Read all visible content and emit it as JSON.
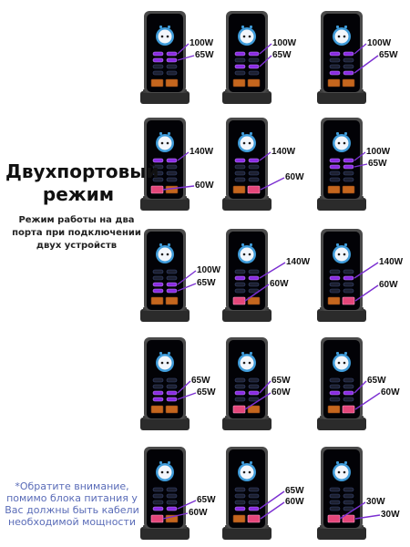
{
  "heading": "Двухпортовый режим",
  "subheading": "Режим работы на два порта при подключении двух устройств",
  "note": "*Обратите внимание, помимо блока питания у Вас должны быть кабели необходимой мощности",
  "accent_colors": {
    "pd_port": "#8a2be2",
    "usb_a_port": "#e4477a",
    "screen": "#020206",
    "body": "#4a4a4a",
    "base": "#2b2b2b"
  },
  "panels": [
    {
      "name": "row1-left",
      "labels": [
        {
          "text": "100W",
          "port": "c1"
        },
        {
          "text": "65W",
          "port": "c2"
        }
      ]
    },
    {
      "name": "row1-center",
      "labels": [
        {
          "text": "100W",
          "port": "c1"
        },
        {
          "text": "65W",
          "port": "c3"
        }
      ]
    },
    {
      "name": "row1-right",
      "labels": [
        {
          "text": "100W",
          "port": "c1"
        },
        {
          "text": "65W",
          "port": "c4"
        }
      ]
    },
    {
      "name": "row2-left",
      "labels": [
        {
          "text": "140W",
          "port": "c1"
        },
        {
          "text": "60W",
          "port": "a1"
        }
      ]
    },
    {
      "name": "row2-center",
      "labels": [
        {
          "text": "140W",
          "port": "c1"
        },
        {
          "text": "60W",
          "port": "a2"
        }
      ]
    },
    {
      "name": "row2-right",
      "labels": [
        {
          "text": "100W",
          "port": "c1"
        },
        {
          "text": "65W",
          "port": "c2"
        }
      ]
    },
    {
      "name": "row3-left",
      "labels": [
        {
          "text": "100W",
          "port": "c3"
        },
        {
          "text": "65W",
          "port": "c4"
        }
      ]
    },
    {
      "name": "row3-center",
      "labels": [
        {
          "text": "140W",
          "port": "c2"
        },
        {
          "text": "60W",
          "port": "a1"
        }
      ]
    },
    {
      "name": "row3-right",
      "labels": [
        {
          "text": "140W",
          "port": "c2"
        },
        {
          "text": "60W",
          "port": "a2"
        }
      ]
    },
    {
      "name": "row4-left",
      "labels": [
        {
          "text": "65W",
          "port": "c3"
        },
        {
          "text": "65W",
          "port": "c4"
        }
      ]
    },
    {
      "name": "row4-center",
      "labels": [
        {
          "text": "65W",
          "port": "c3"
        },
        {
          "text": "60W",
          "port": "a1"
        }
      ]
    },
    {
      "name": "row4-right",
      "labels": [
        {
          "text": "65W",
          "port": "c3"
        },
        {
          "text": "60W",
          "port": "a2"
        }
      ]
    },
    {
      "name": "row5-left",
      "labels": [
        {
          "text": "65W",
          "port": "c4"
        },
        {
          "text": "60W",
          "port": "a1"
        }
      ]
    },
    {
      "name": "row5-center",
      "labels": [
        {
          "text": "65W",
          "port": "c4"
        },
        {
          "text": "60W",
          "port": "a2"
        }
      ]
    },
    {
      "name": "row5-right",
      "labels": [
        {
          "text": "30W",
          "port": "a1"
        },
        {
          "text": "30W",
          "port": "a2"
        }
      ]
    }
  ]
}
